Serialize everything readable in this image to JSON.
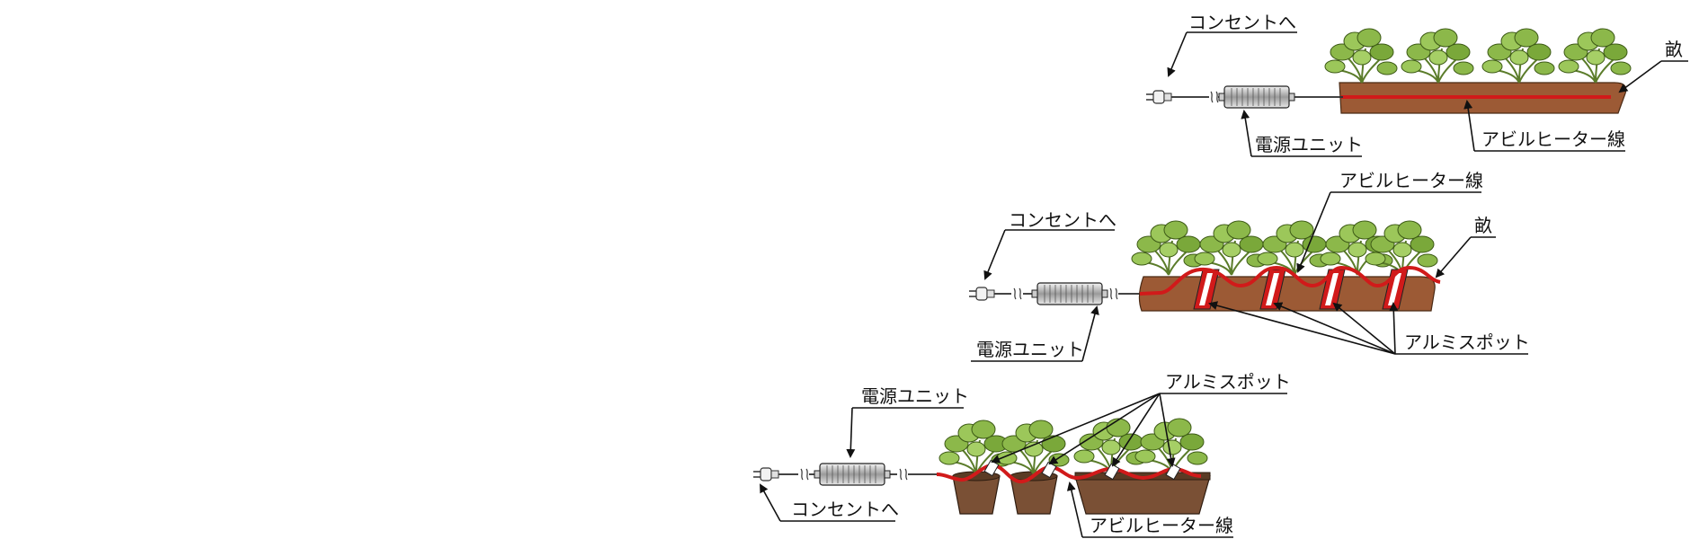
{
  "labels": {
    "outlet": "コンセントへ",
    "power_unit": "電源ユニット",
    "heater_wire": "アビルヒーター線",
    "bed": "畝",
    "alumi_spot": "アルミスポット"
  },
  "colors": {
    "soil": "#9c5a35",
    "soil_dark": "#6e3d20",
    "heater": "#d11a1a",
    "leaf": "#8cb84a",
    "leaf_dark": "#4d7a1e",
    "pot": "#7a5035",
    "pot_soil": "#5a3b24"
  },
  "icons": [
    "plug-icon",
    "power-unit-icon",
    "strawberry-plant-icon",
    "alumi-spot-icon"
  ]
}
